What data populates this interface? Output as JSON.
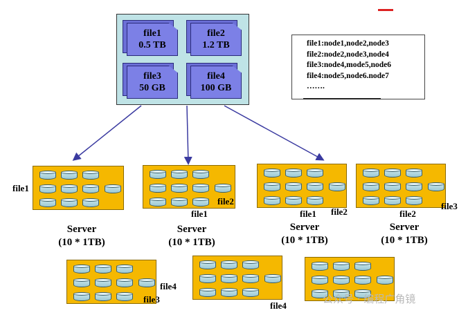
{
  "files": [
    {
      "name": "file1",
      "size": "0.5 TB"
    },
    {
      "name": "file2",
      "size": "1.2 TB"
    },
    {
      "name": "file3",
      "size": "50 GB"
    },
    {
      "name": "file4",
      "size": "100 GB"
    }
  ],
  "mapping": [
    "file1:node1,node2,node3",
    "file2:node2,node3,node4",
    "file3:node4,mode5,node6",
    "file4:node5,node6.node7",
    "……."
  ],
  "server_caption": {
    "name": "Server",
    "capacity": "(10 * 1TB)"
  },
  "server_labels": {
    "s1_left": "file1",
    "s2_bottom": "file1",
    "s2_right": "file2",
    "s3_bottom": "file1",
    "s3_right": "file2",
    "s4_bottom": "file2",
    "s4_right": "file3",
    "s5_right": "file4",
    "s5_bottom": "file3",
    "s6_bottom": "file4"
  },
  "watermark": "公众号 · 编程广角镜",
  "corner_logo": "..."
}
